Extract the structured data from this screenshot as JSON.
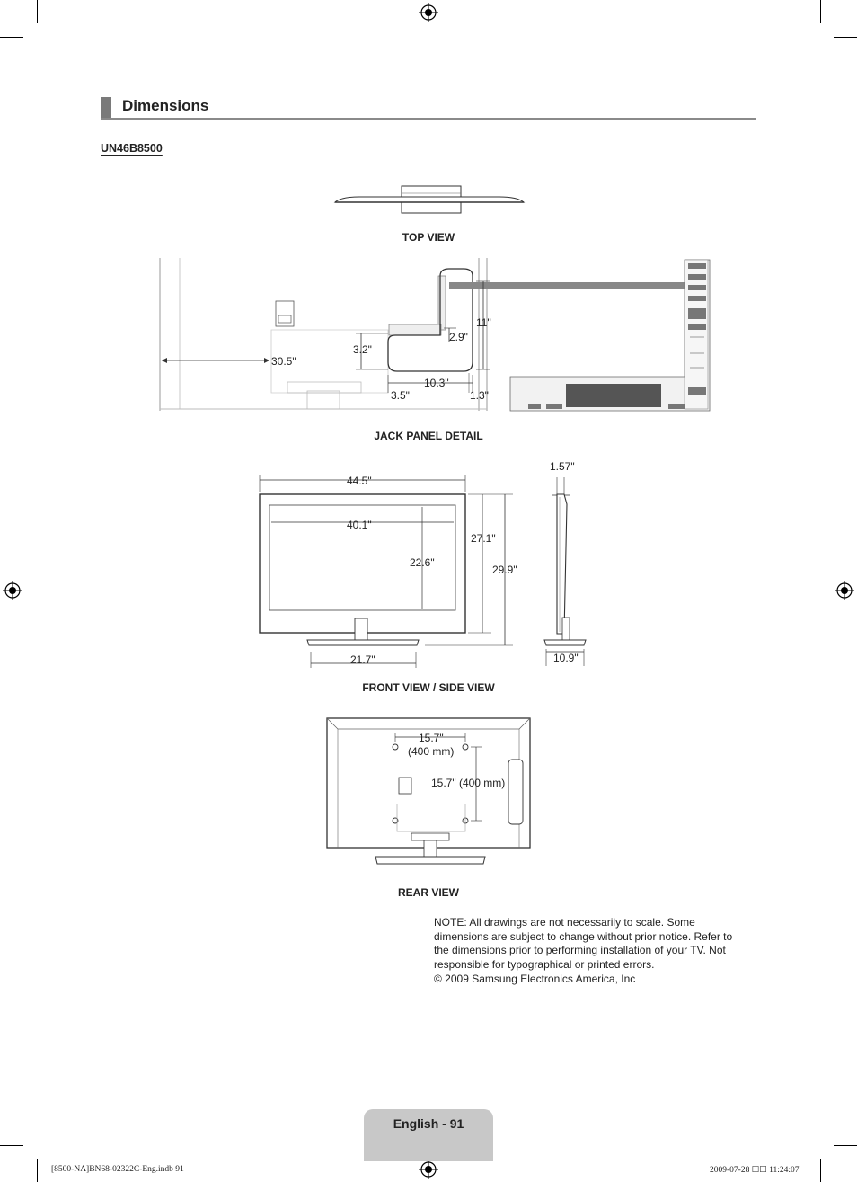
{
  "section": {
    "title": "Dimensions"
  },
  "model": "UN46B8500",
  "views": {
    "top": "TOP VIEW",
    "jack": "JACK PANEL DETAIL",
    "front_side": "FRONT VIEW / SIDE VIEW",
    "rear": "REAR VIEW"
  },
  "dimensions": {
    "jack": {
      "d30_5": "30.5\"",
      "d3_2": "3.2\"",
      "d2_9": "2.9\"",
      "d11": "11\"",
      "d10_3": "10.3\"",
      "d3_5": "3.5\"",
      "d1_3": "1.3\""
    },
    "front": {
      "width": "44.5\"",
      "screen_width": "40.1\"",
      "screen_height": "22.6\"",
      "height_no_stand": "27.1\"",
      "height_with_stand": "29.9\"",
      "stand_width": "21.7\""
    },
    "side": {
      "depth": "1.57\"",
      "stand_depth": "10.9\""
    },
    "rear": {
      "vesa_h": "15.7\"",
      "vesa_h_mm": "(400 mm)",
      "vesa_v": "15.7\" (400 mm)"
    }
  },
  "note": "NOTE: All drawings are not necessarily to scale. Some dimensions are subject to change without prior notice. Refer to the dimensions prior to performing installation of your TV. Not responsible for typographical or printed errors.",
  "copyright": "© 2009 Samsung Electronics America, Inc",
  "page": {
    "label": "English - 91"
  },
  "footer": {
    "file": "[8500-NA]BN68-02322C-Eng.indb   91",
    "timestamp": "2009-07-28   ☐☐ 11:24:07"
  }
}
